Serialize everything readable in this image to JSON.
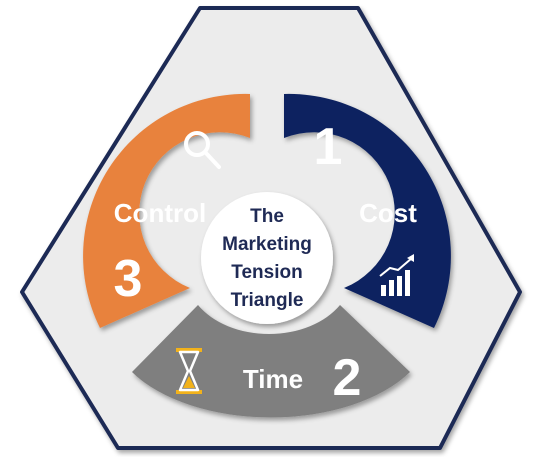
{
  "diagram": {
    "center_lines": [
      "The",
      "Marketing",
      "Tension",
      "Triangle"
    ],
    "segments": [
      {
        "id": "cost",
        "label": "Cost",
        "number": "1",
        "color": "#0c2461",
        "icon": "bar-chart-trend-icon"
      },
      {
        "id": "time",
        "label": "Time",
        "number": "2",
        "color": "#7f7f7f",
        "icon": "hourglass-icon"
      },
      {
        "id": "control",
        "label": "Control",
        "number": "3",
        "color": "#e8823c",
        "icon": "magnifier-icon"
      }
    ],
    "background_color": "#ececec",
    "outline_color": "#1f2a55"
  }
}
